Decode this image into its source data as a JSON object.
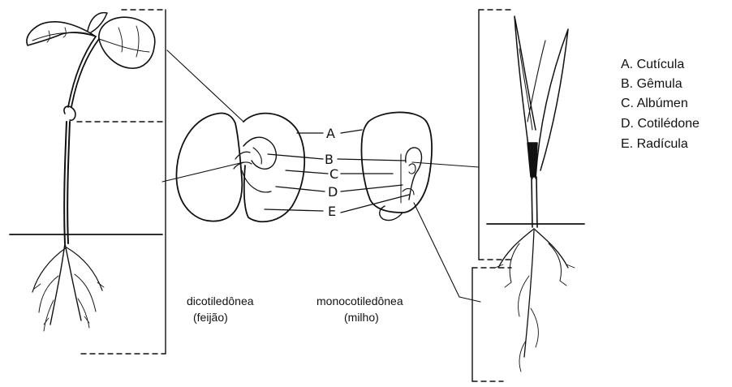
{
  "legend": [
    "A. Cutícula",
    "B. Gêmula",
    "C. Albúmen",
    "D. Cotilédone",
    "E. Radícula"
  ],
  "captions": {
    "dicot_line1": "dicotiledônea",
    "dicot_line2": "(feijão)",
    "monocot_line1": "monocotiledônea",
    "monocot_line2": "(milho)"
  },
  "part_letters": [
    "A",
    "B",
    "C",
    "D",
    "E"
  ]
}
